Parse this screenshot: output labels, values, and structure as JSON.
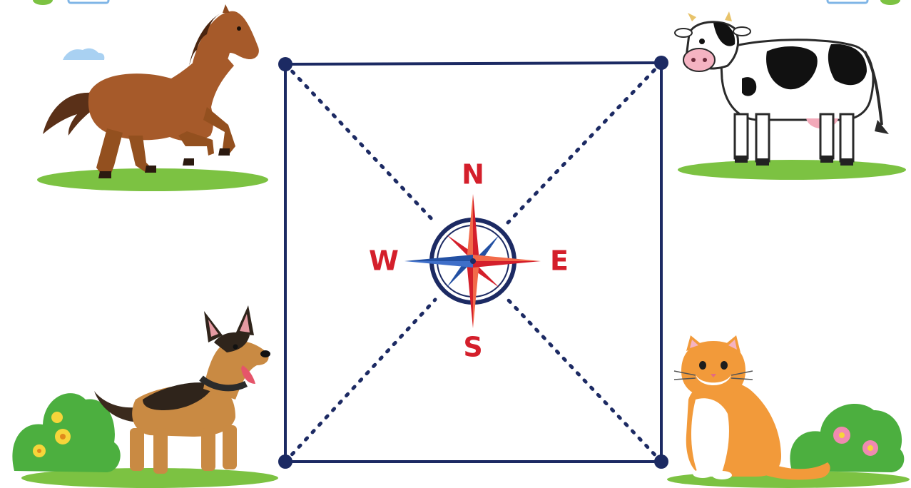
{
  "compass": {
    "north": "N",
    "south": "S",
    "east": "E",
    "west": "W"
  },
  "animals": [
    {
      "name": "horse",
      "corner": "top-left"
    },
    {
      "name": "cow",
      "corner": "top-right"
    },
    {
      "name": "dog",
      "corner": "bottom-left"
    },
    {
      "name": "cat",
      "corner": "bottom-right"
    }
  ],
  "colors": {
    "frame": "#1c2a63",
    "compass_red": "#d41f2b",
    "compass_blue": "#2350a3",
    "grass": "#7cc242",
    "horse": "#a65a2a",
    "cat": "#f29a3a",
    "dog": "#c98a43"
  }
}
